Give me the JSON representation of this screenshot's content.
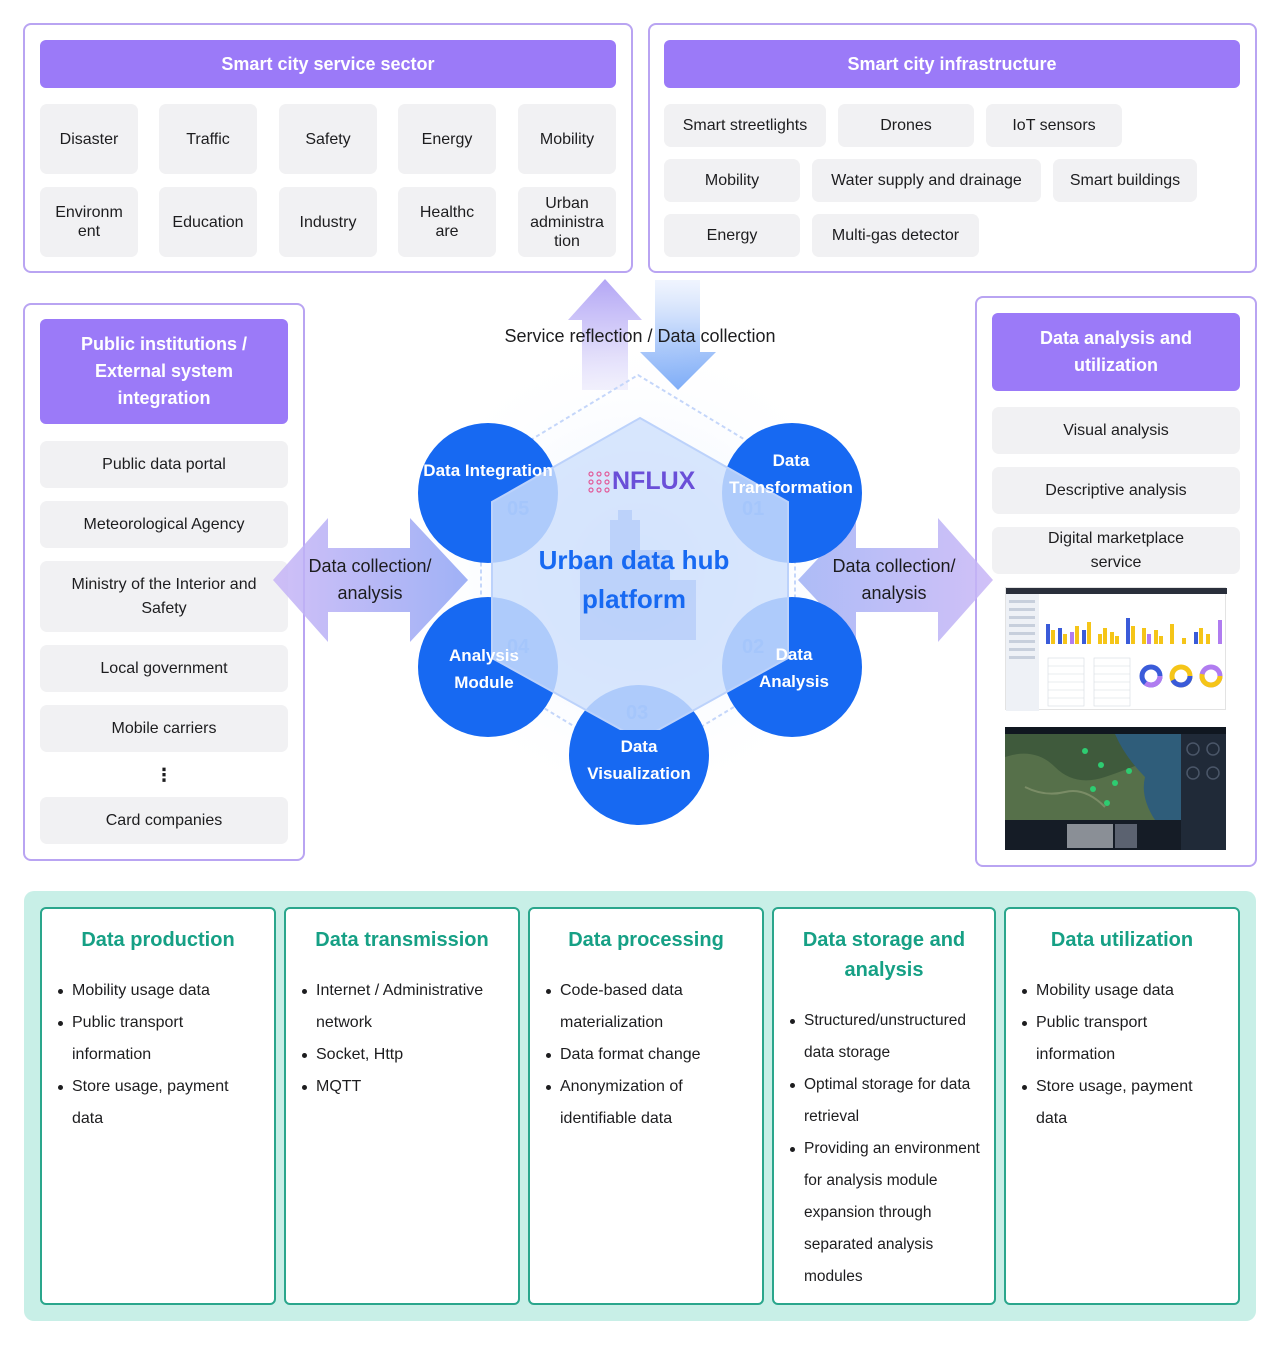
{
  "service_sector": {
    "title": "Smart city service sector",
    "items": [
      "Disaster",
      "Traffic",
      "Safety",
      "Energy",
      "Mobility",
      "Environm\nent",
      "Education",
      "Industry",
      "Healthc\nare",
      "Urban\nadministra\ntion"
    ]
  },
  "infrastructure": {
    "title": "Smart city infrastructure",
    "items": [
      "Smart streetlights",
      "Drones",
      "IoT sensors",
      "Mobility",
      "Water supply and drainage",
      "Smart buildings",
      "Energy",
      "Multi-gas detector"
    ]
  },
  "public_institutions": {
    "title": "Public institutions / External system integration",
    "items": [
      "Public data portal",
      "Meteorological Agency",
      "Ministry of the Interior and Safety",
      "Local government",
      "Mobile carriers",
      "⋮",
      "Card companies"
    ]
  },
  "analysis_utilization": {
    "title": "Data analysis and utilization",
    "items": [
      "Visual analysis",
      "Descriptive analysis",
      "Digital marketplace service"
    ]
  },
  "flows": {
    "top": "Service reflection / Data collection",
    "left": "Data collection/ analysis",
    "right": "Data collection/ analysis"
  },
  "hub": {
    "logo": "NFLUX",
    "title": "Urban data hub platform",
    "modules": [
      {
        "num": "05",
        "label": "Data Integration"
      },
      {
        "num": "01",
        "label": "Data Transformation"
      },
      {
        "num": "04",
        "label": "Analysis Module"
      },
      {
        "num": "02",
        "label": "Data Analysis"
      },
      {
        "num": "03",
        "label": "Data Visualization"
      }
    ]
  },
  "pipeline": [
    {
      "title": "Data production",
      "items": [
        "Mobility usage data",
        "Public transport information",
        "Store usage, payment data"
      ]
    },
    {
      "title": "Data transmission",
      "items": [
        "Internet / Administrative network",
        "Socket, Http",
        "MQTT"
      ]
    },
    {
      "title": "Data processing",
      "items": [
        "Code-based data materialization",
        "Data format change",
        "Anonymization of identifiable data"
      ]
    },
    {
      "title": "Data storage and analysis",
      "items": [
        "Structured/unstructured data storage",
        "Optimal storage for data retrieval",
        "Providing an environment for analysis module expansion through separated analysis modules"
      ]
    },
    {
      "title": "Data utilization",
      "items": [
        "Mobility usage data",
        "Public transport information",
        "Store usage, payment data"
      ]
    }
  ],
  "colors": {
    "purple": "#9b7af8",
    "blue": "#1769f2",
    "teal": "#16a085"
  }
}
